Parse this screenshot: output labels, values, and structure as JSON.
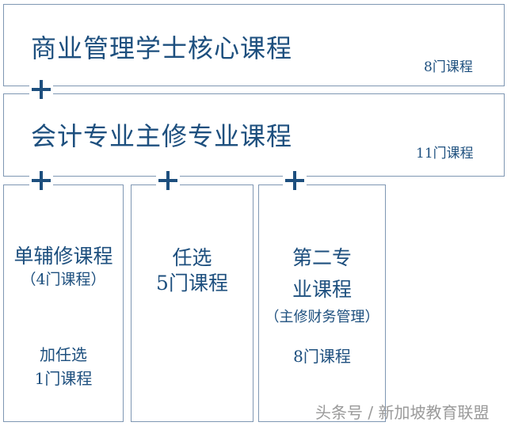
{
  "top": {
    "title": "商业管理学士核心课程",
    "count": "8门课程"
  },
  "major": {
    "title": "会计专业主修专业课程",
    "count": "11门课程"
  },
  "columns": [
    {
      "line1": "单辅修课程",
      "line2": "（4门课程）",
      "line3": "加任选",
      "line4": "1门课程"
    },
    {
      "line1": "任选",
      "line2": "5门课程"
    },
    {
      "line1": "第二专",
      "line2": "业课程",
      "line3": "（主修财务管理）",
      "line4": "8门课程"
    }
  ],
  "watermark": "头条号 / 新加坡教育联盟",
  "colors": {
    "text": "#1d4f7e",
    "border": "#7f97b3",
    "plus": "#1d4f7e"
  }
}
